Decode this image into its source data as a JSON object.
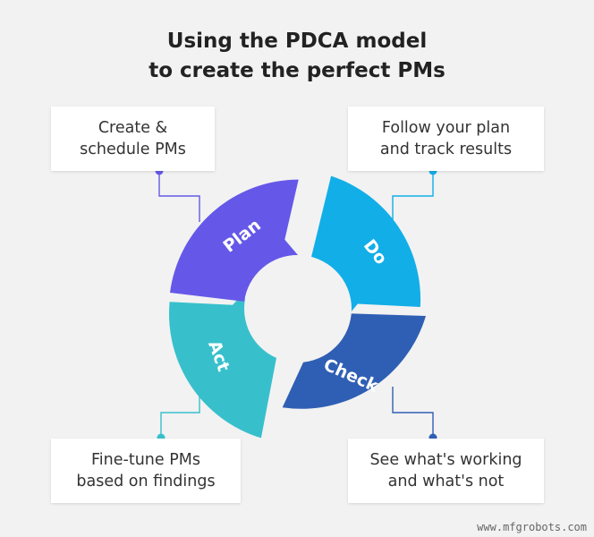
{
  "title": {
    "line1": "Using the PDCA model",
    "line2": "to create the perfect PMs"
  },
  "segments": {
    "plan": {
      "label": "Plan",
      "color": "#6558e8"
    },
    "do": {
      "label": "Do",
      "color": "#12aee8"
    },
    "check": {
      "label": "Check",
      "color": "#2f5fb4"
    },
    "act": {
      "label": "Act",
      "color": "#37c0cc"
    }
  },
  "boxes": {
    "plan": {
      "line1": "Create &",
      "line2": "schedule PMs"
    },
    "do": {
      "line1": "Follow your plan",
      "line2": "and track results"
    },
    "act": {
      "line1": "Fine-tune PMs",
      "line2": "based on findings"
    },
    "check": {
      "line1": "See what's working",
      "line2": "and what's not"
    }
  },
  "watermark": "www.mfgrobots.com",
  "background_color": "#f2f2f2"
}
